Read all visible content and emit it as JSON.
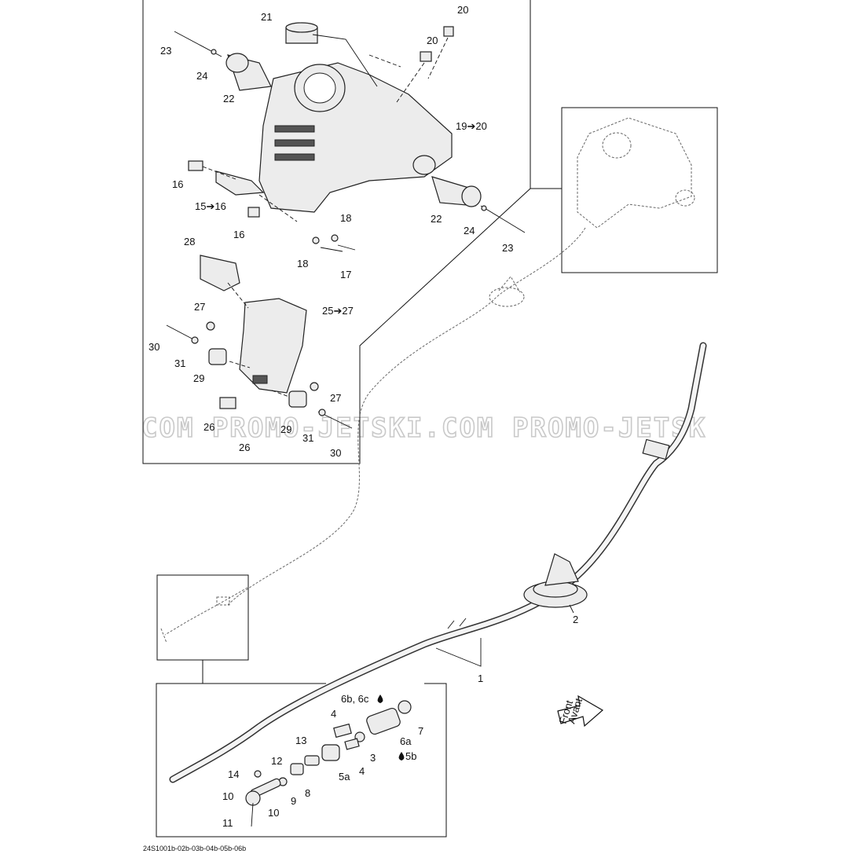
{
  "watermark": {
    "text_left": "COM PROMO-JETSKI.COM",
    "text_right": "PROMO-JETSK"
  },
  "drawing_code": "24S1001b-02b-03b-04b-05b-06b",
  "front_arrow": {
    "line1": "Front",
    "line2": "Avant"
  },
  "callouts": {
    "c21": "21",
    "c20a": "20",
    "c20b": "20",
    "c23a": "23",
    "c24a": "24",
    "c22a": "22",
    "c19_20": "19➔20",
    "c16a": "16",
    "c15_16": "15➔16",
    "c16b": "16",
    "c22b": "22",
    "c24b": "24",
    "c23b": "23",
    "c18a": "18",
    "c18b": "18",
    "c17": "17",
    "c28": "28",
    "c27a": "27",
    "c25_27": "25➔27",
    "c30a": "30",
    "c31a": "31",
    "c29a": "29",
    "c27b": "27",
    "c26a": "26",
    "c29b": "29",
    "c31b": "31",
    "c26b": "26",
    "c30b": "30",
    "c2": "2",
    "c1": "1",
    "c6b6c": "6b, 6c",
    "c4a": "4",
    "c13": "13",
    "c6a": "6a",
    "c7": "7",
    "c3": "3",
    "c4b": "4",
    "c5b": "5b",
    "c5a": "5a",
    "c14": "14",
    "c12": "12",
    "c8": "8",
    "c9": "9",
    "c10a": "10",
    "c10b": "10",
    "c11": "11"
  }
}
